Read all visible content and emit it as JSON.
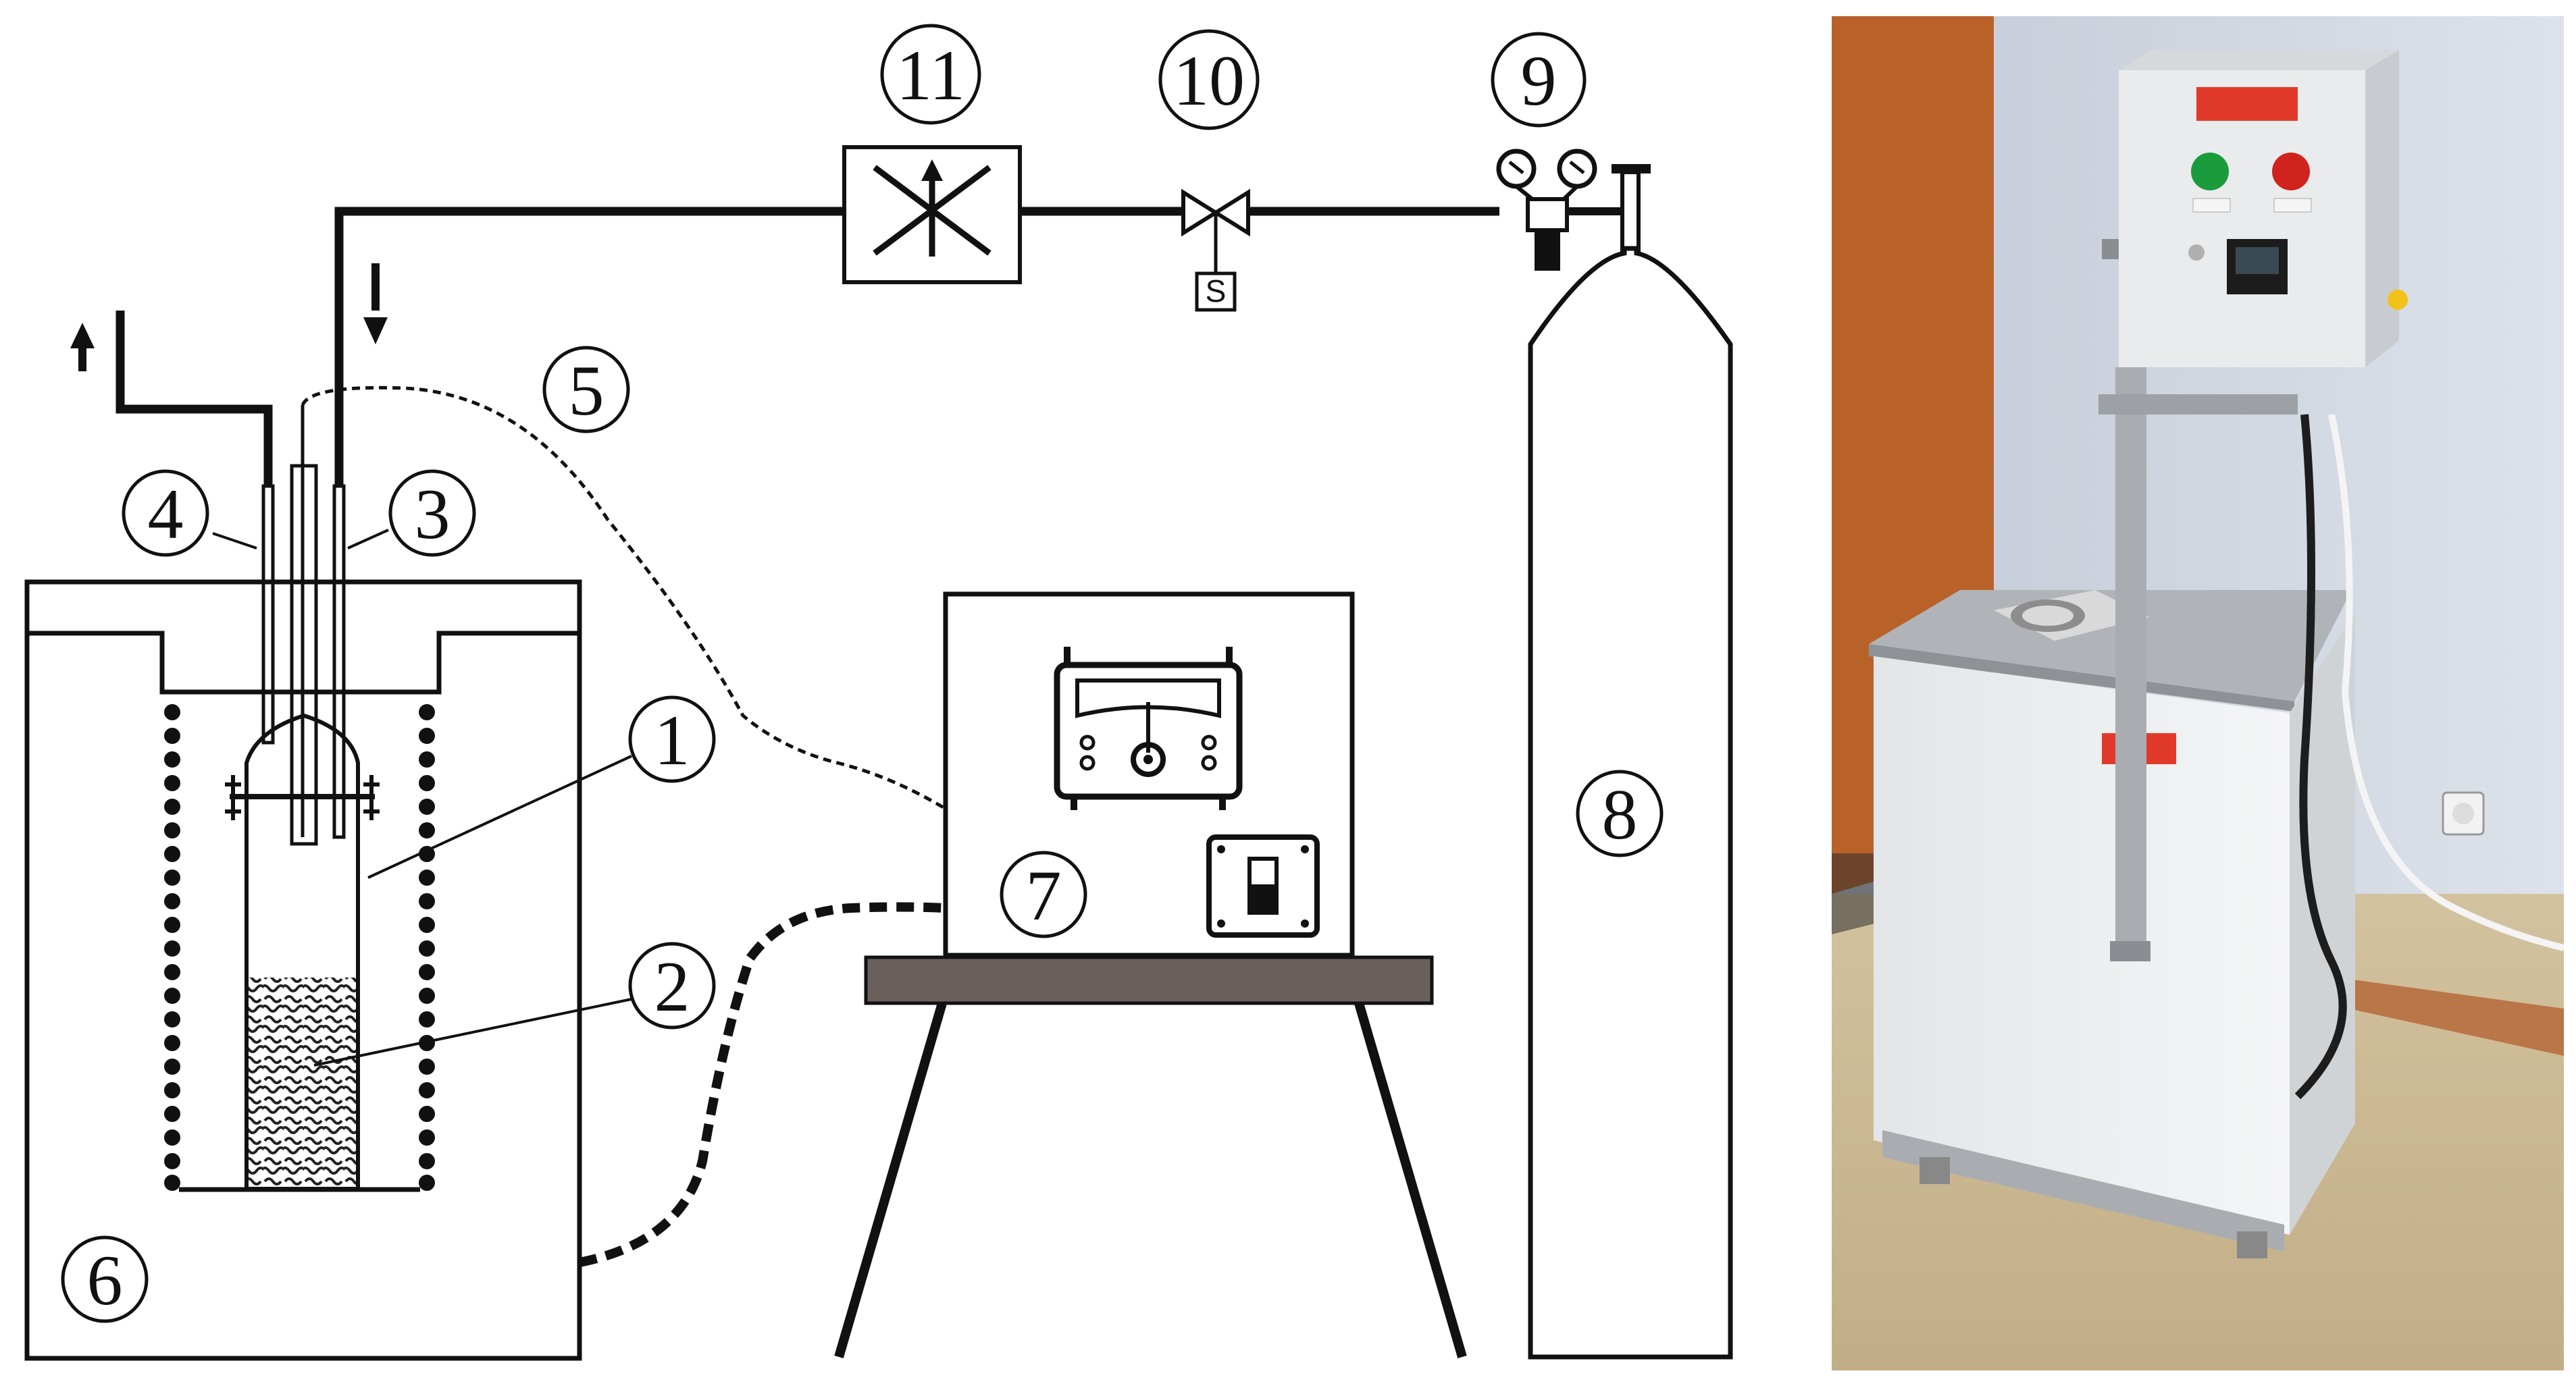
{
  "labels": {
    "n1": "1",
    "n2": "2",
    "n3": "3",
    "n4": "4",
    "n5": "5",
    "n6": "6",
    "n7": "7",
    "n8": "8",
    "n9": "9",
    "n10": "10",
    "n11": "11",
    "solenoid": "S"
  },
  "colors": {
    "line": "#111111",
    "table_top": "#6b5f5b",
    "wall": "#cfd6e0",
    "door": "#b8622a",
    "cabinet": "#eceff1",
    "steel": "#a9adb1",
    "floor": "#c9b692",
    "button_green": "#1a9b3c",
    "button_red": "#d0231e",
    "warning": "#e23a2a"
  },
  "icons": {
    "flow_up": "arrow-up-icon",
    "flow_down": "arrow-down-icon",
    "meter": "meter-icon",
    "switch": "toggle-switch-icon",
    "gauges": "pressure-gauge-icon"
  }
}
